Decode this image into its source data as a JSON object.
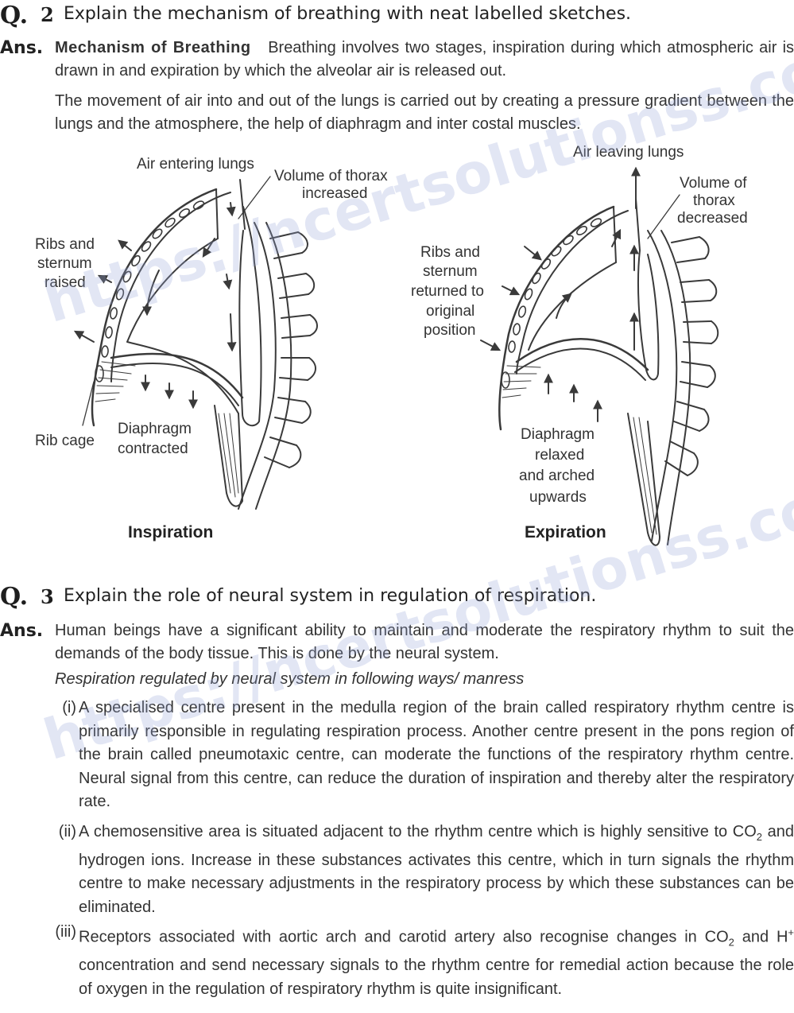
{
  "q2": {
    "mark": "Q.",
    "number": "2",
    "question": "Explain the mechanism of breathing with neat labelled sketches.",
    "ans_label": "Ans.",
    "subheading": "Mechanism of Breathing",
    "para1": "Breathing involves two stages, inspiration during which atmospheric air is drawn in and expiration by which the alveolar air is released out.",
    "para2": "The movement of air into and out of the lungs is carried out by creating a pressure gradient between the lungs and the atmosphere, the help of diaphragm and inter costal muscles."
  },
  "figure": {
    "inspiration": {
      "caption": "Inspiration",
      "air_entering": "Air entering lungs",
      "volume_1": "Volume of thorax",
      "volume_2": "increased",
      "ribs_1": "Ribs and",
      "ribs_2": "sternum",
      "ribs_3": "raised",
      "rib_cage": "Rib cage",
      "diaphragm_1": "Diaphragm",
      "diaphragm_2": "contracted"
    },
    "expiration": {
      "caption": "Expiration",
      "air_leaving": "Air leaving lungs",
      "volume_1": "Volume of",
      "volume_2": "thorax",
      "volume_3": "decreased",
      "ribs_1": "Ribs and",
      "ribs_2": "sternum",
      "ribs_3": "returned to",
      "ribs_4": "original",
      "ribs_5": "position",
      "diaphragm_1": "Diaphragm",
      "diaphragm_2": "relaxed",
      "diaphragm_3": "and arched",
      "diaphragm_4": "upwards"
    }
  },
  "q3": {
    "mark": "Q.",
    "number": "3",
    "question": "Explain the role of neural system in regulation of respiration.",
    "ans_label": "Ans.",
    "intro": "Human beings have a significant ability to maintain and moderate the respiratory rhythm to suit the demands of the body tissue. This is done by the neural system.",
    "subtitle": "Respiration regulated by neural system in following ways/ manress",
    "points": [
      {
        "num": "(i)",
        "text": "A specialised centre present in the medulla region of the brain called respiratory rhythm centre is primarily responsible in regulating respiration process. Another centre present in the pons region of the brain called pneumotaxic centre, can moderate the functions of the respiratory rhythm centre. Neural signal from this centre, can reduce the duration of inspiration and thereby alter the respiratory rate."
      },
      {
        "num": "(ii)",
        "text_a": "A chemosensitive area is situated adjacent to the rhythm centre which is highly sensitive to CO",
        "sub": "2",
        "text_b": " and hydrogen ions. Increase in these substances activates this centre, which in turn signals the rhythm centre to make necessary adjustments in the respiratory process by which these substances can be eliminated."
      },
      {
        "num": "(iii)",
        "text_a": "Receptors associated with aortic arch and carotid artery also recognise changes in CO",
        "sub": "2",
        "text_b": " and H",
        "sup": "+",
        "text_c": " concentration and send necessary signals to the rhythm centre for remedial action because the role of oxygen in the regulation of respiratory rhythm is quite insignificant."
      }
    ]
  },
  "watermark": "https://ncertsolutionss.com",
  "colors": {
    "text": "#333333",
    "watermark": "#96a5d7",
    "drawing": "#3a3a3a"
  }
}
